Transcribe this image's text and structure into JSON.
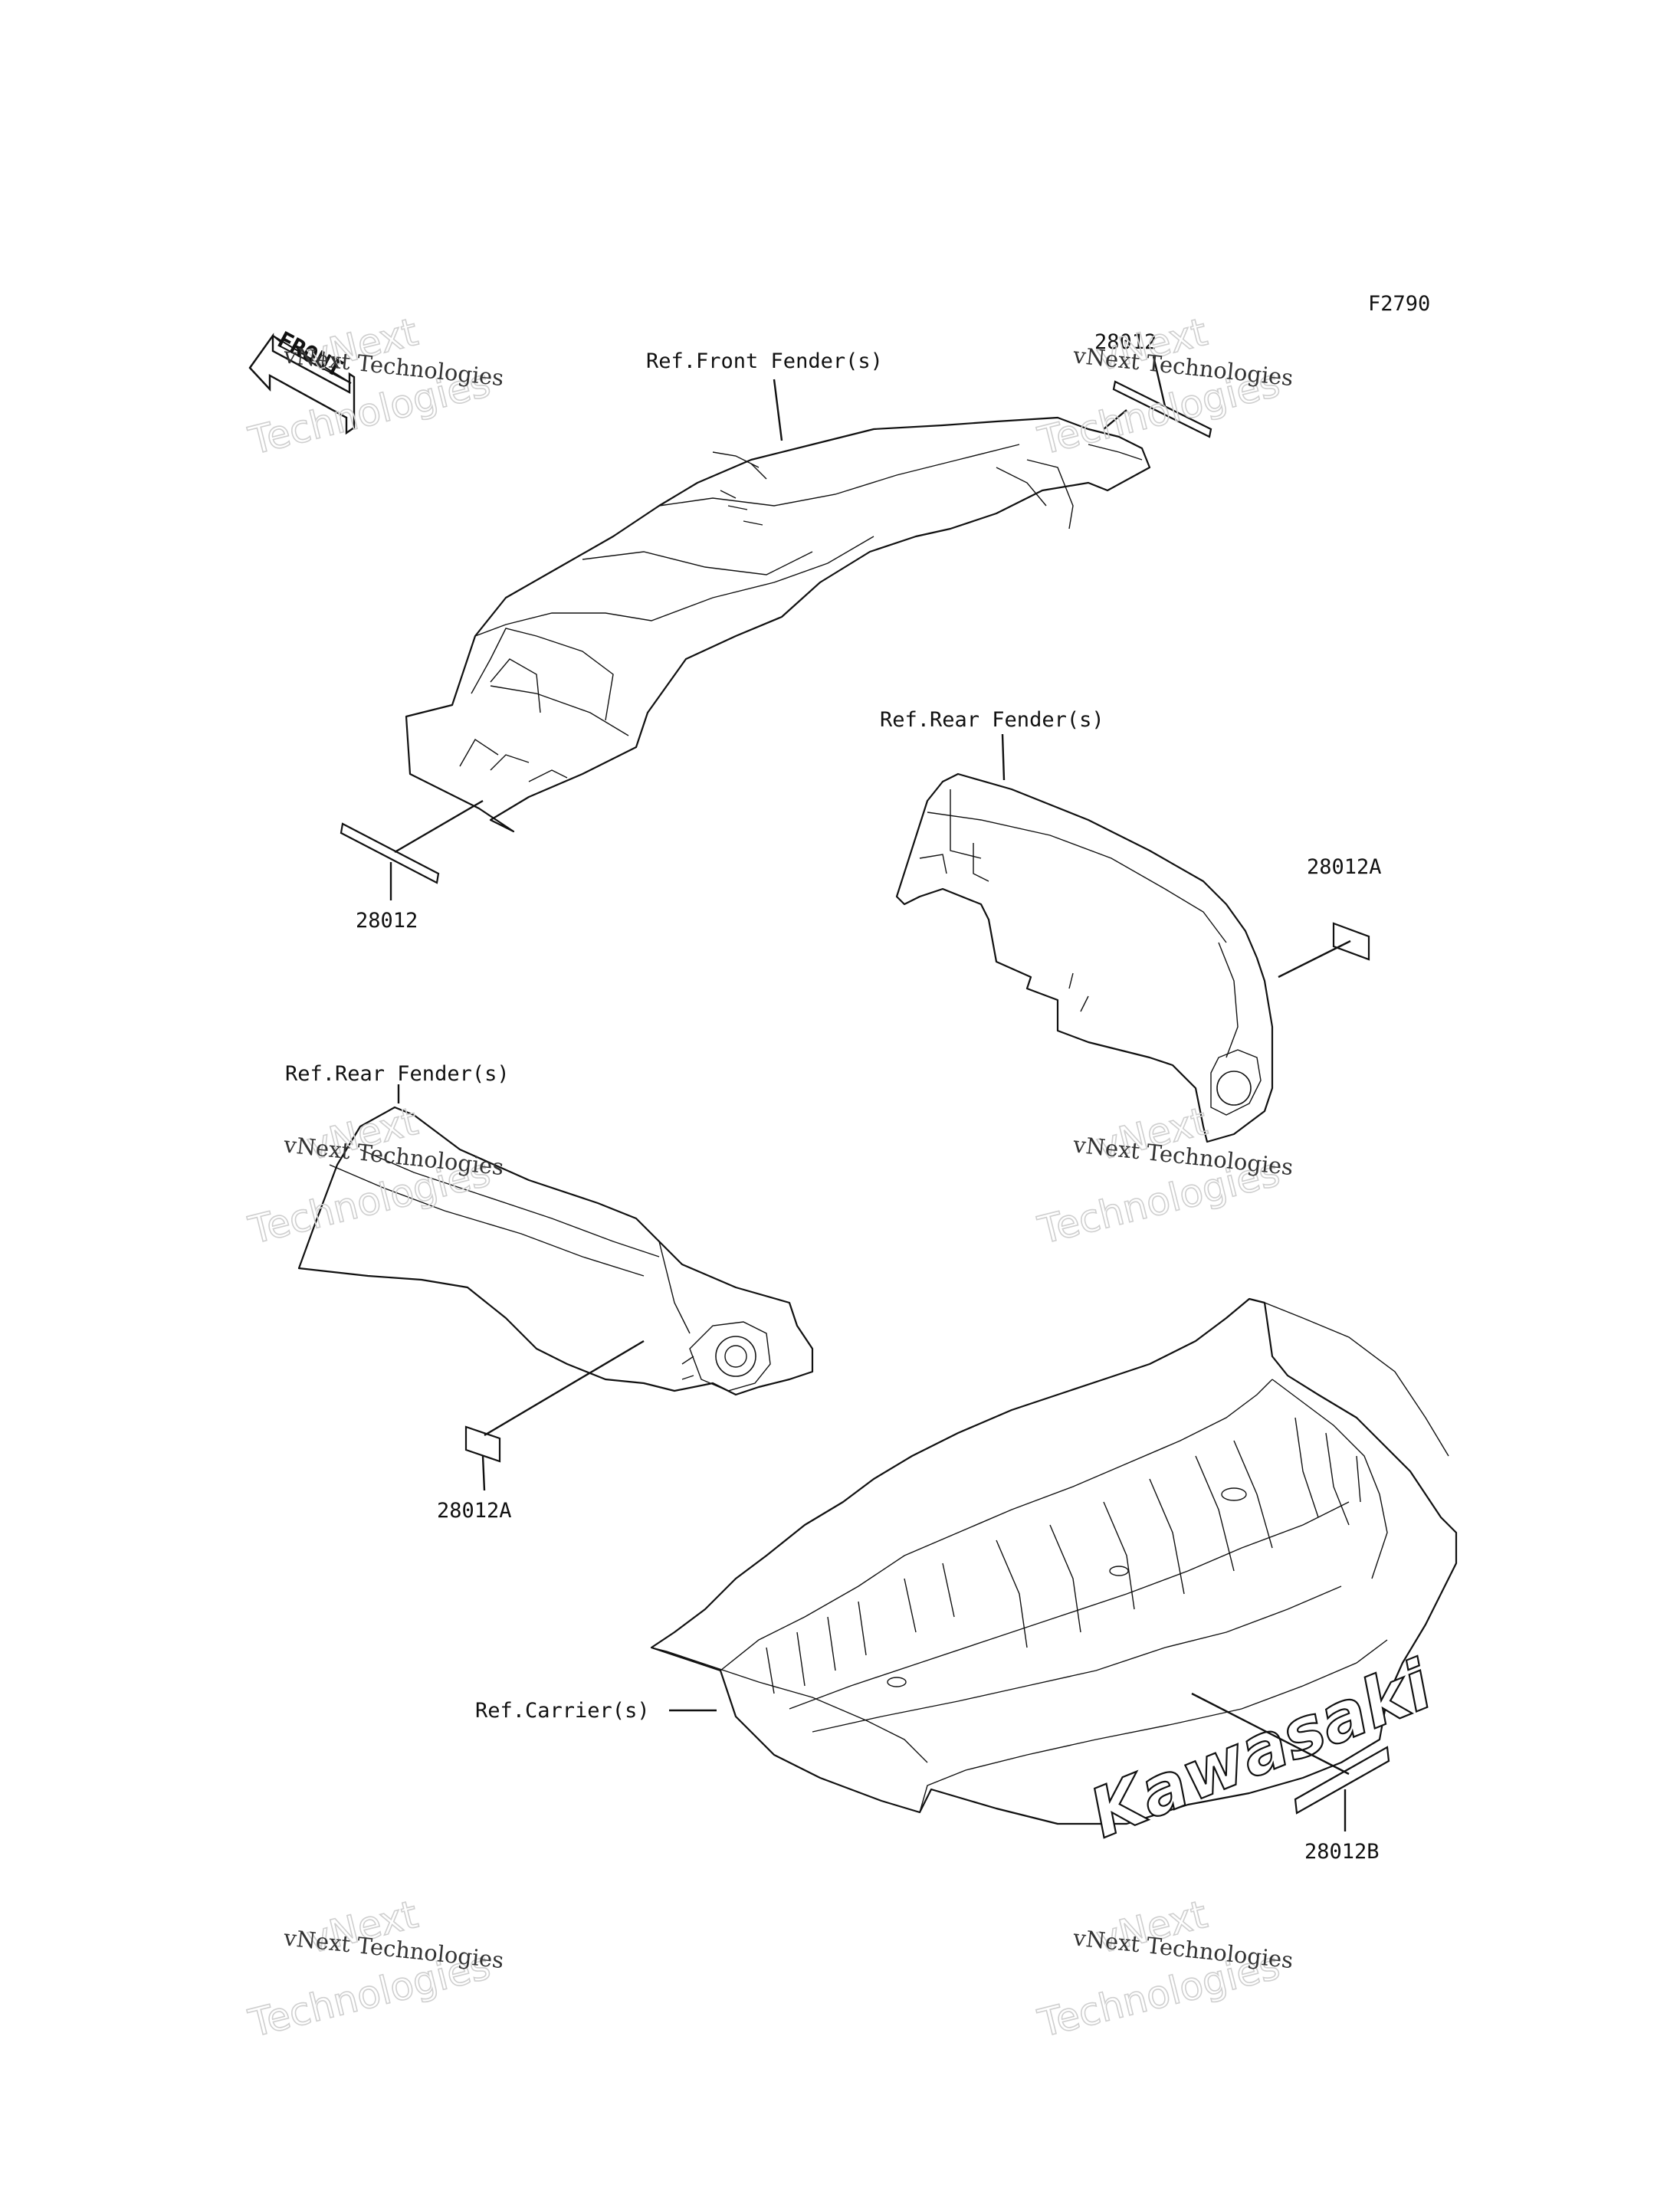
{
  "diagram": {
    "figure_code": "F2790",
    "front_arrow": "FRONT",
    "labels": {
      "ref_front_fender": "Ref.Front Fender(s)",
      "ref_rear_fender_right": "Ref.Rear Fender(s)",
      "ref_rear_fender_left": "Ref.Rear Fender(s)",
      "ref_carrier": "Ref.Carrier(s)",
      "part_28012_top": "28012",
      "part_28012_front": "28012",
      "part_28012a_right": "28012A",
      "part_28012a_left": "28012A",
      "part_28012b": "28012B"
    },
    "logo_text": "Kawasaki",
    "watermark": {
      "line1": "vNext Technologies",
      "outline1": "vNext",
      "outline2": "Technologies"
    }
  }
}
